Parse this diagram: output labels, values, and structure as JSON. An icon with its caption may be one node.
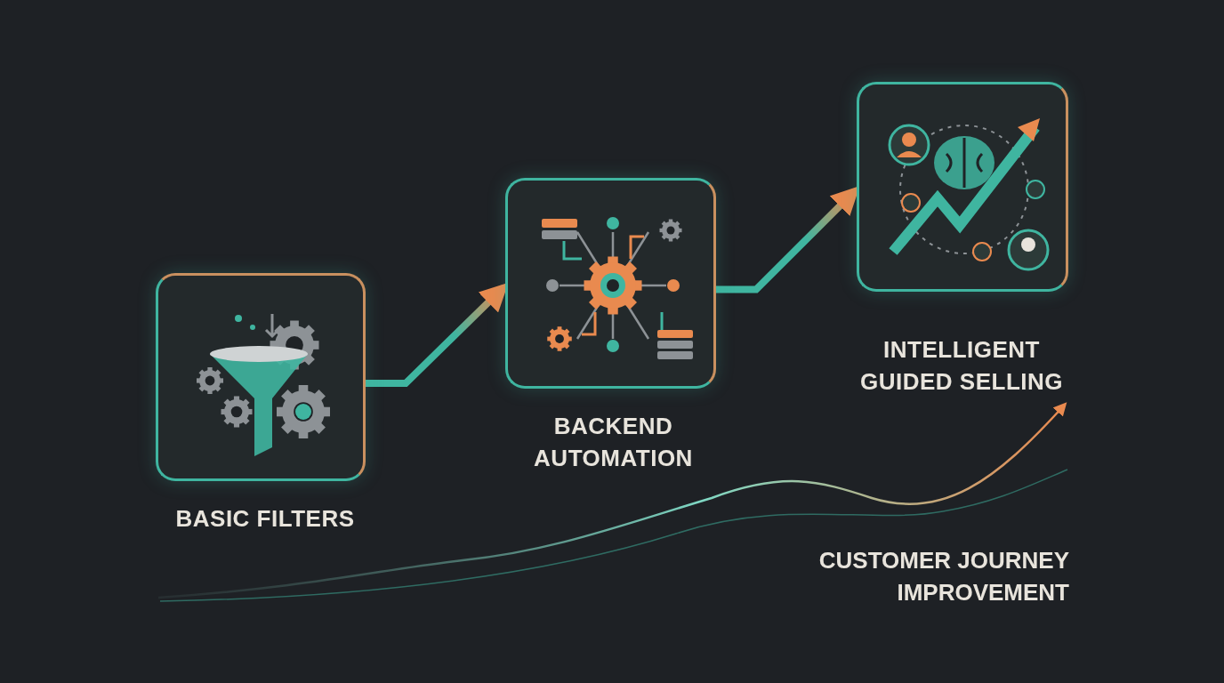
{
  "diagram": {
    "nodes": [
      {
        "text": [
          "BASIC FILTERS"
        ]
      },
      {
        "text": [
          "BACKEND AUTOMATION"
        ]
      },
      {
        "text": [
          "INTELLIGENT GUIDED SELLING"
        ]
      }
    ],
    "edges": [
      {
        "from": 0,
        "to": 1,
        "arrow": "to"
      },
      {
        "from": 1,
        "to": 2,
        "arrow": "to"
      }
    ],
    "labels": [
      "CUSTOMER JOURNEY IMPROVEMENT"
    ]
  }
}
